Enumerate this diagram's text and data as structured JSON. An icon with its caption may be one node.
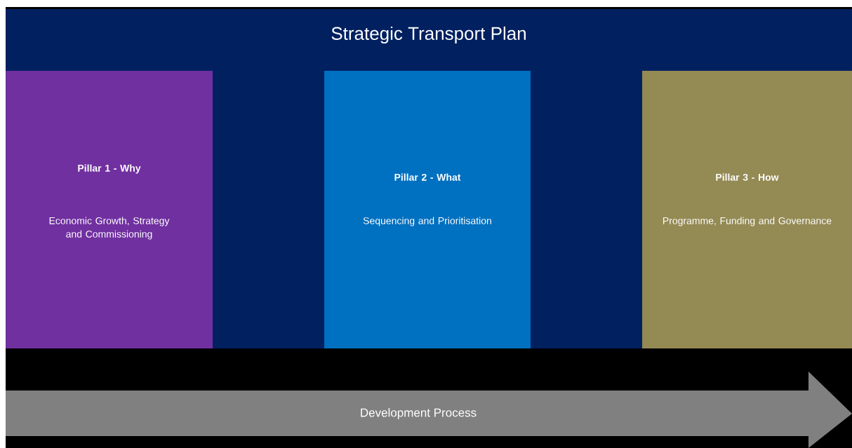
{
  "diagram": {
    "title": "Strategic Transport Plan",
    "nodes": [
      {
        "text": [
          "Pillar 1 - Why",
          "Economic Growth, Strategy and Commissioning"
        ]
      },
      {
        "text": [
          "Pillar 2 - What",
          "Sequencing and Prioritisation"
        ]
      },
      {
        "text": [
          "Pillar 3 - How",
          "Programme, Funding and Governance"
        ]
      },
      {
        "text": [
          "Development Process"
        ]
      }
    ],
    "edges": []
  }
}
